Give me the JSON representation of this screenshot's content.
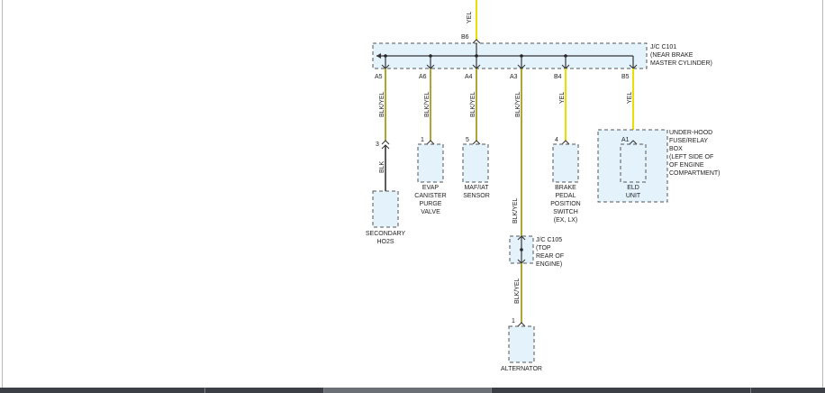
{
  "colors": {
    "yellow_wire": "#e8e000",
    "blk_yel_wire": "#9a9000",
    "blk_wire": "#333333",
    "component_fill": "#e3f2fb",
    "taskbar": "#3c4046"
  },
  "top": {
    "pin": "B6",
    "wire": "YEL"
  },
  "jc101": {
    "title": "J/C C101",
    "lines": [
      "(NEAR BRAKE",
      "MASTER CYLINDER)"
    ]
  },
  "pins": {
    "a5": "A5",
    "a6": "A6",
    "a4": "A4",
    "a3": "A3",
    "b4": "B4",
    "b5": "B5"
  },
  "wires": {
    "blk_yel": "BLK/YEL",
    "yel": "YEL",
    "blk": "BLK"
  },
  "secondary_ho2s": {
    "pin": "3",
    "label": [
      "SECONDARY",
      "HO2S"
    ]
  },
  "evap": {
    "pin": "1",
    "label": [
      "EVAP",
      "CANISTER",
      "PURGE",
      "VALVE"
    ]
  },
  "maf": {
    "pin": "5",
    "label": [
      "MAF/IAT",
      "SENSOR"
    ]
  },
  "brake_switch": {
    "pin": "4",
    "label": [
      "BRAKE",
      "PEDAL",
      "POSITION",
      "SWITCH",
      "(EX, LX)"
    ]
  },
  "eld": {
    "pin": "A1",
    "label": [
      "ELD",
      "UNIT"
    ]
  },
  "fuse_box": {
    "lines": [
      "UNDER-HOOD",
      "FUSE/RELAY",
      "BOX",
      "(LEFT SIDE OF",
      "OF ENGINE",
      "COMPARTMENT)"
    ]
  },
  "jc105": {
    "lines": [
      "J/C C105",
      "(TOP",
      "REAR OF",
      "ENGINE)"
    ]
  },
  "alternator": {
    "pin": "1",
    "label": "ALTERNATOR"
  }
}
